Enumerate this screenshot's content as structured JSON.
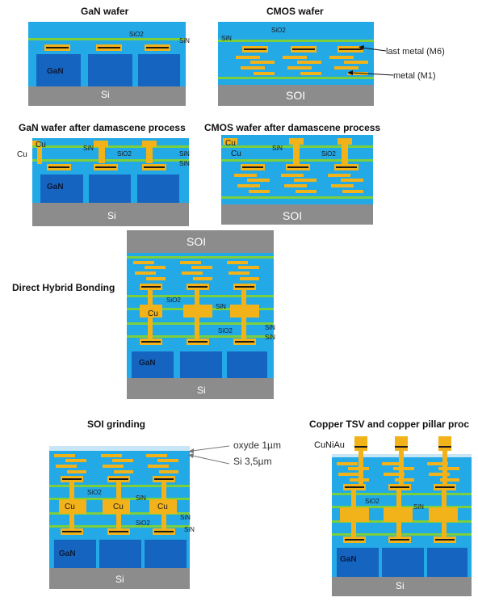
{
  "titles": {
    "gan_wafer": "GaN wafer",
    "cmos_wafer": "CMOS wafer",
    "gan_damascene": "GaN wafer after damascene process",
    "cmos_damascene": "CMOS wafer after damascene process",
    "hybrid_bonding": "Direct Hybrid Bonding",
    "soi_grinding": "SOI grinding",
    "tsv_pillar": "Copper TSV and copper pillar proc"
  },
  "labels": {
    "sio2": "SiO2",
    "sin": "SiN",
    "gan": "GaN",
    "si": "Si",
    "soi": "SOI",
    "cu": "Cu",
    "last_metal": "last metal (M6)",
    "metal_m1": "metal (M1)",
    "oxyde": "oxyde 1µm",
    "si_thickness": "Si 3,5µm",
    "cuniau": "CuNiAu"
  },
  "colors": {
    "substrate": "#8c8c8c",
    "oxide": "#22a9e6",
    "gan_block": "#1565c0",
    "sin_line": "#7ccf3c",
    "copper": "#f2b21a",
    "metal_dark": "#1b1b1b"
  }
}
